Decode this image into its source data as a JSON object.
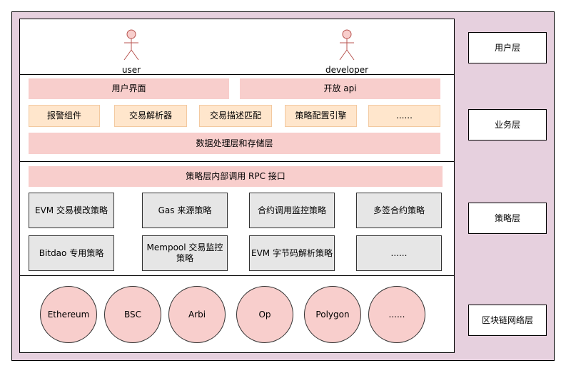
{
  "actors": [
    {
      "label": "user"
    },
    {
      "label": "developer"
    }
  ],
  "business": {
    "top": [
      "用户界面",
      "开放 api"
    ],
    "components": [
      "报警组件",
      "交易解析器",
      "交易描述匹配",
      "策略配置引擎",
      "......"
    ],
    "storage": "数据处理层和存储层"
  },
  "strategy": {
    "rpc": "策略层内部调用 RPC 接口",
    "row1": [
      "EVM 交易模改策略",
      "Gas 来源策略",
      "合约调用监控策略",
      "多签合约策略"
    ],
    "row2": [
      "Bitdao 专用策略",
      "Mempool 交易监控策略",
      "EVM 字节码解析策略",
      "......"
    ]
  },
  "chains": [
    "Ethereum",
    "BSC",
    "Arbi",
    "Op",
    "Polygon",
    "......"
  ],
  "layers": [
    "用户层",
    "业务层",
    "策略层",
    "区块链网络层"
  ],
  "colors": {
    "actor": "#f8cecc",
    "pink": "#f8cecc",
    "peach": "#ffe6cc",
    "gray": "#e6e6e6",
    "background": "#e6d0de"
  }
}
